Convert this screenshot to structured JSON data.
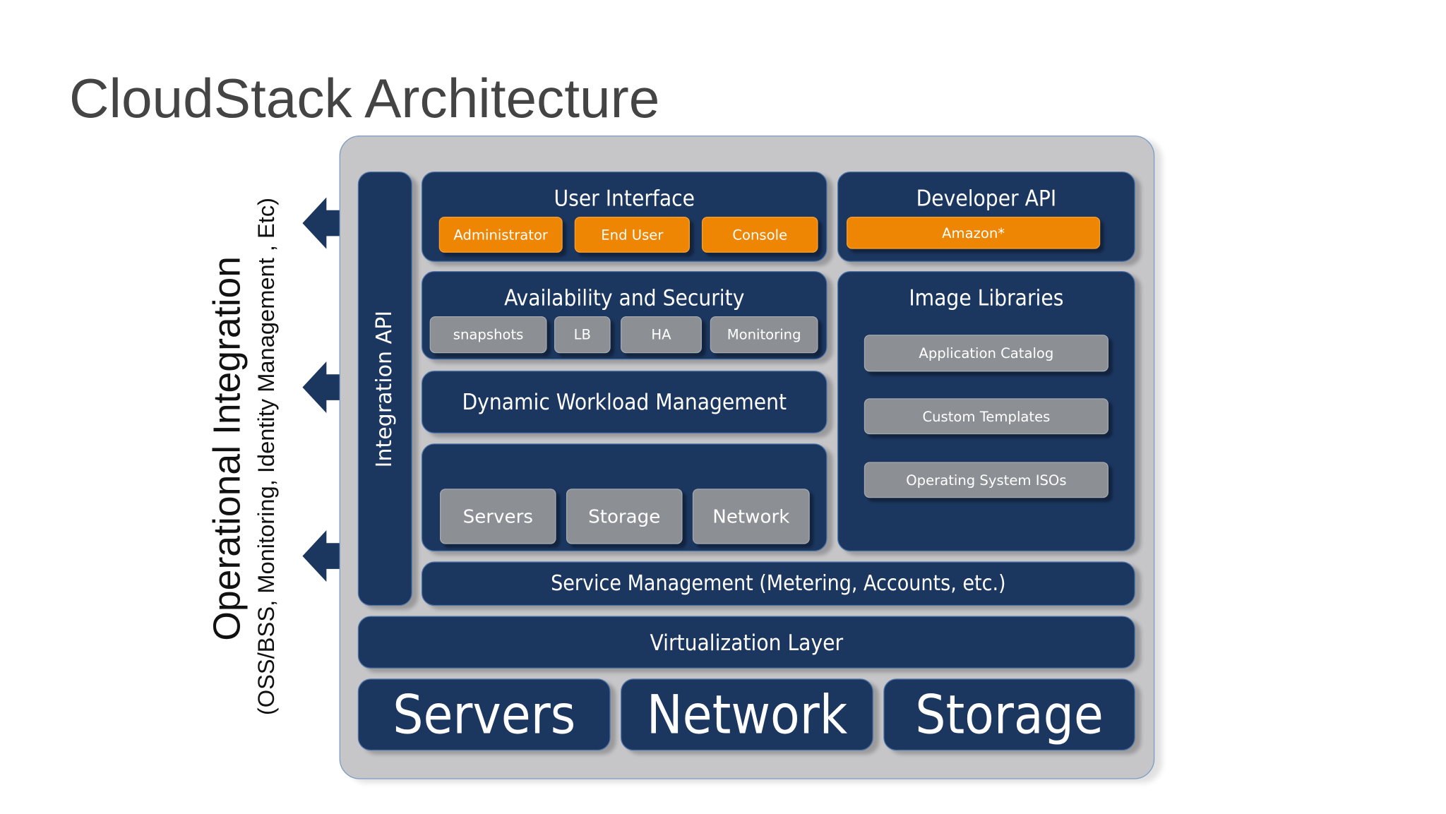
{
  "title": "CloudStack Architecture",
  "side": {
    "heading": "Operational Integration",
    "subheading": "(OSS/BSS, Monitoring, Identity Management , Etc)"
  },
  "integration_api": "Integration API",
  "user_interface": {
    "label": "User Interface",
    "items": [
      "Administrator",
      "End User",
      "Console"
    ]
  },
  "developer_api": {
    "label": "Developer API",
    "items": [
      "Amazon*"
    ]
  },
  "availability": {
    "label": "Availability and Security",
    "items": [
      "snapshots",
      "LB",
      "HA",
      "Monitoring"
    ]
  },
  "image_libraries": {
    "label": "Image Libraries",
    "items": [
      "Application Catalog",
      "Custom Templates",
      "Operating System ISOs"
    ]
  },
  "dynamic_workload": "Dynamic Workload Management",
  "resources": {
    "items": [
      "Servers",
      "Storage",
      "Network"
    ]
  },
  "service_management": "Service Management (Metering, Accounts, etc.)",
  "virtualization": "Virtualization Layer",
  "infrastructure": [
    "Servers",
    "Network",
    "Storage"
  ],
  "colors": {
    "block": "#1b365f",
    "orange": "#ee8503",
    "gray_button": "#8c9095",
    "frame": "#c6c6c8"
  }
}
